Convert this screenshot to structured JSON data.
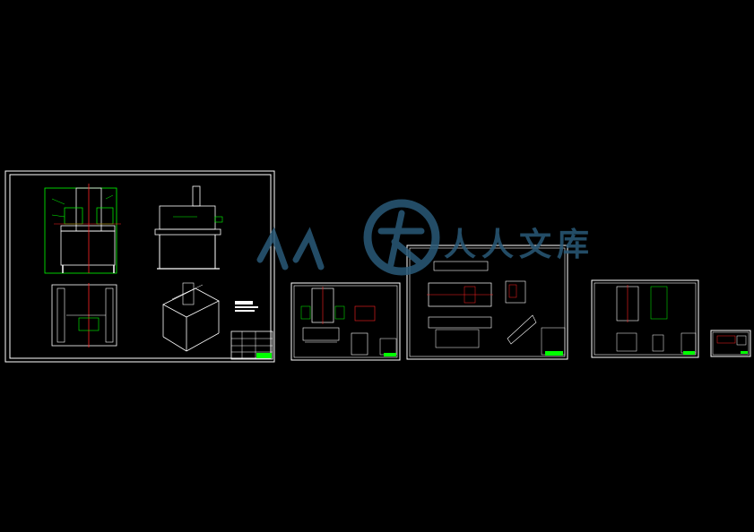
{
  "viewer": {
    "background": "#000000",
    "line_color": "#ffffff",
    "accent_green": "#00ff00",
    "accent_red": "#ff2020",
    "watermark_color": "#2a5a78"
  },
  "watermark": {
    "text": "人人文库",
    "icon": "watermark-logo-icon"
  },
  "sheets": [
    {
      "id": "sheet-1",
      "kind": "assembly-drawing-A1"
    },
    {
      "id": "sheet-2",
      "kind": "part-drawing-A3"
    },
    {
      "id": "sheet-3",
      "kind": "part-drawing-A2"
    },
    {
      "id": "sheet-4",
      "kind": "part-drawing-A3"
    },
    {
      "id": "sheet-5",
      "kind": "part-drawing-A4"
    }
  ]
}
